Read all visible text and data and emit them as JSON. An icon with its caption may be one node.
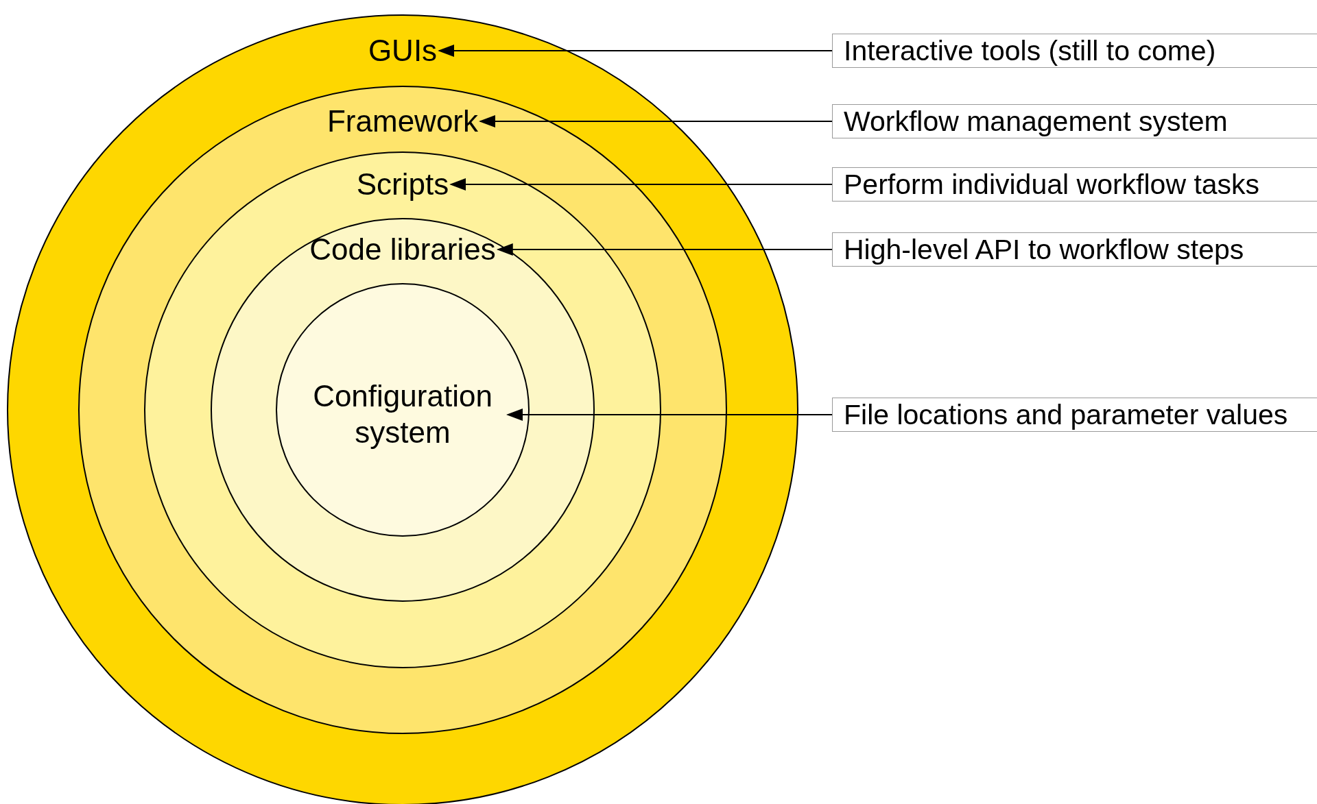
{
  "diagram": {
    "nodes": [
      {
        "text": [
          "GUIs"
        ]
      },
      {
        "text": [
          "Framework"
        ],
        "in": 0
      },
      {
        "text": [
          "Scripts"
        ],
        "in": 1
      },
      {
        "text": [
          "Code libraries"
        ],
        "in": 2
      },
      {
        "text": [
          "Configuration system"
        ],
        "in": 3
      },
      {
        "text": [
          "Interactive tools (still to come)"
        ]
      },
      {
        "text": [
          "Workflow management system"
        ]
      },
      {
        "text": [
          "Perform individual workflow tasks"
        ]
      },
      {
        "text": [
          "High-level API to workflow steps"
        ]
      },
      {
        "text": [
          "File locations and parameter values"
        ]
      }
    ],
    "edges": [
      {
        "from": 5,
        "to": 0,
        "arrow": "to"
      },
      {
        "from": 6,
        "to": 1,
        "arrow": "to"
      },
      {
        "from": 7,
        "to": 2,
        "arrow": "to"
      },
      {
        "from": 8,
        "to": 3,
        "arrow": "to"
      },
      {
        "from": 9,
        "to": 4,
        "arrow": "to"
      }
    ]
  }
}
